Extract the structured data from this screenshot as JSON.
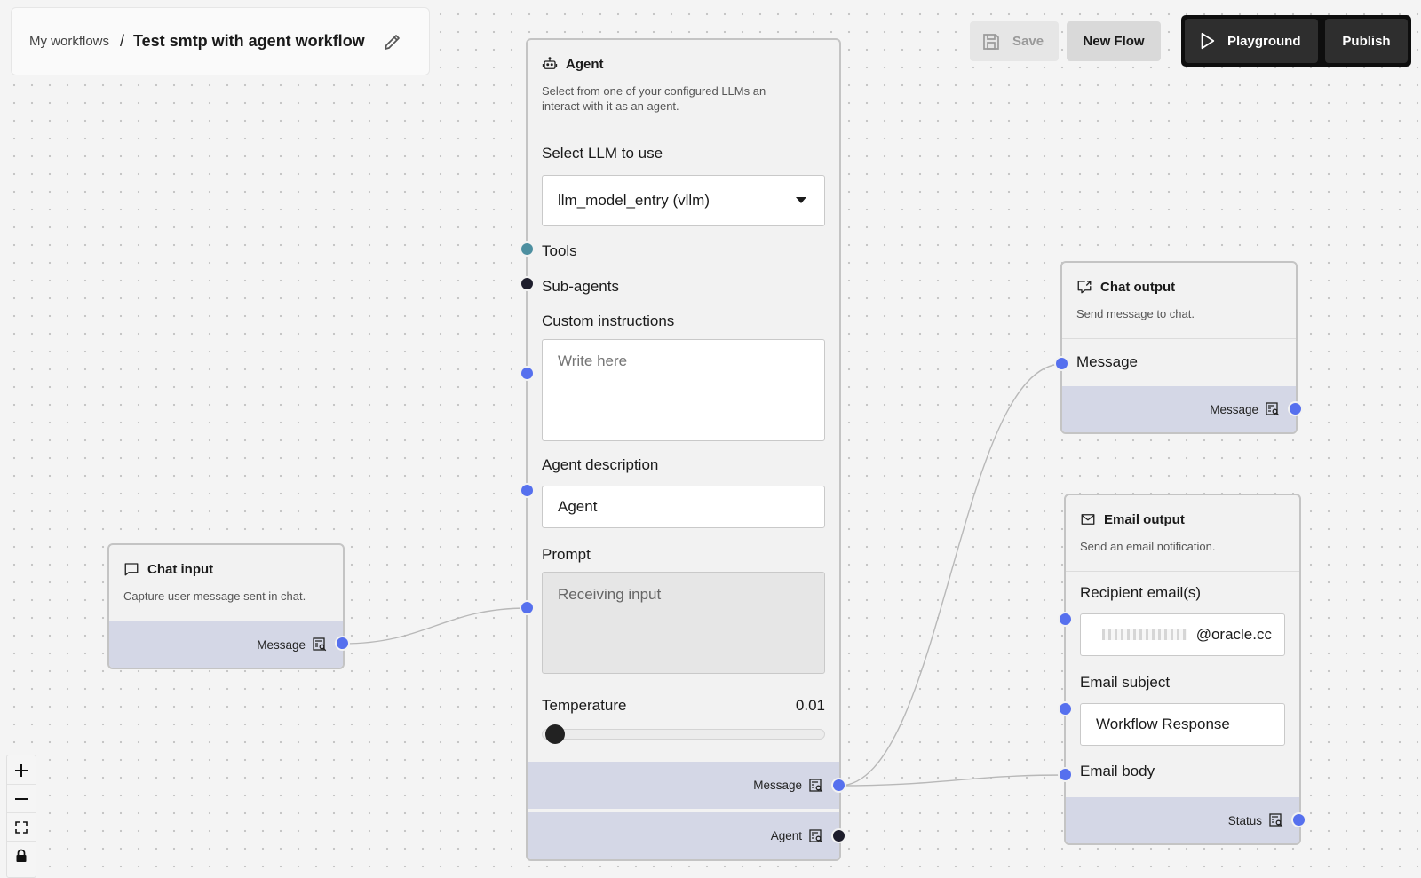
{
  "breadcrumb": {
    "parent": "My workflows",
    "separator": "/",
    "title": "Test smtp with agent workflow"
  },
  "toolbar": {
    "save_label": "Save",
    "new_flow_label": "New Flow",
    "playground_label": "Playground",
    "publish_label": "Publish"
  },
  "agent_node": {
    "title": "Agent",
    "description_line1": "Select from one of your configured LLMs an",
    "description_line2": "interact with it as an agent.",
    "select_llm_label": "Select LLM to use",
    "select_llm_value": "llm_model_entry (vllm)",
    "tools_label": "Tools",
    "subagents_label": "Sub-agents",
    "custom_instructions_label": "Custom instructions",
    "custom_instructions_placeholder": "Write here",
    "agent_description_label": "Agent description",
    "agent_description_value": "Agent",
    "prompt_label": "Prompt",
    "prompt_placeholder": "Receiving input",
    "temperature_label": "Temperature",
    "temperature_value": "0.01",
    "temperature_fraction": 0.01,
    "output_message": "Message",
    "output_agent": "Agent"
  },
  "chat_input_node": {
    "title": "Chat input",
    "description": "Capture user message sent in chat.",
    "output": "Message"
  },
  "chat_output_node": {
    "title": "Chat output",
    "description": "Send message to chat.",
    "input_label": "Message",
    "output": "Message"
  },
  "email_output_node": {
    "title": "Email output",
    "description": "Send an email notification.",
    "recipient_label": "Recipient email(s)",
    "recipient_value": "@oracle.cc",
    "subject_label": "Email subject",
    "subject_value": "Workflow Response",
    "body_label": "Email body",
    "output": "Status"
  },
  "colors": {
    "port_blue": "#5670ee",
    "port_dark": "#1e1e2c",
    "port_teal": "#4d8fa0",
    "output_bar": "#d4d7e6",
    "toolbar_dark": "#0e0e0e"
  },
  "icons": {
    "edit": "pencil-icon",
    "save": "floppy-disk-icon",
    "playground": "play-icon",
    "agent": "robot-icon",
    "chat_input": "chat-bubble-icon",
    "chat_output": "chat-export-icon",
    "email": "envelope-icon",
    "output_type": "table-search-icon",
    "dropdown": "caret-down-icon",
    "zoom_in": "plus-icon",
    "zoom_out": "minus-icon",
    "fit": "fit-view-icon",
    "lock": "lock-icon"
  }
}
